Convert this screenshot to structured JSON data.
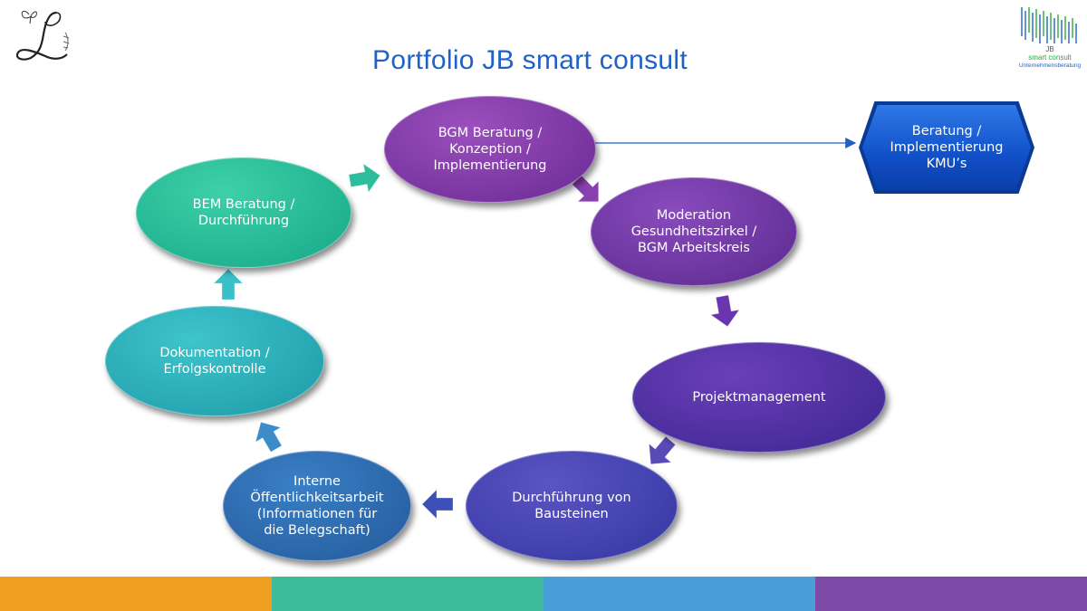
{
  "title": "Portfolio JB smart consult",
  "logo_right": {
    "line1": "JB",
    "line2": "smart consult",
    "line3": "Unternehmensberatung"
  },
  "nodes": [
    {
      "id": "bgm",
      "text": [
        "BGM Beratung /",
        "Konzeption /",
        "Implementierung"
      ],
      "color_top": "#9b4fbe",
      "color_bottom": "#6a2a92"
    },
    {
      "id": "moderation",
      "text": [
        "Moderation",
        "Gesundheitszirkel /",
        "BGM Arbeitskreis"
      ],
      "color_top": "#8a4bbd",
      "color_bottom": "#5a2a8e"
    },
    {
      "id": "projekt",
      "text": [
        "Projektmanagement"
      ],
      "color_top": "#6a40b8",
      "color_bottom": "#3c2590"
    },
    {
      "id": "bausteine",
      "text": [
        "Durchführung von",
        "Bausteinen"
      ],
      "color_top": "#5a55c4",
      "color_bottom": "#3436a0"
    },
    {
      "id": "oeffentlich",
      "text": [
        "Interne",
        "Öffentlichkeitsarbeit",
        "(Informationen für",
        "die Belegschaft)"
      ],
      "color_top": "#3a7fc4",
      "color_bottom": "#245a9c"
    },
    {
      "id": "doku",
      "text": [
        "Dokumentation /",
        "Erfolgskontrolle"
      ],
      "color_top": "#3ec4cc",
      "color_bottom": "#1d9aa6"
    },
    {
      "id": "bem",
      "text": [
        "BEM Beratung /",
        "Durchführung"
      ],
      "color_top": "#3ed0a8",
      "color_bottom": "#16a888"
    }
  ],
  "side_box": {
    "text": [
      "Beratung /",
      "Implementierung",
      "KMU’s"
    ],
    "color": "#1150c8"
  },
  "arrow_colors": {
    "bem_to_bgm": "#2dbd9c",
    "bgm_to_mod": "#8a3fb0",
    "mod_to_proj": "#6a36b0",
    "proj_to_baust": "#5a4ab8",
    "baust_to_oeff": "#3c50b8",
    "oeff_to_doku": "#3b8cc8",
    "doku_to_bem": "#3bbfc8"
  },
  "bottom_colors": [
    "#f0a020",
    "#3cbc9a",
    "#49a0d8",
    "#7e4aa8"
  ]
}
